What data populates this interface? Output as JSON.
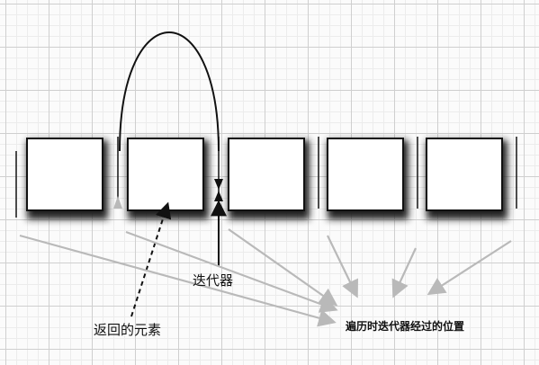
{
  "labels": {
    "iterator": "迭代器",
    "returned_element": "返回的元素",
    "traversal_positions": "遍历时迭代器经过的位置"
  },
  "elements": [
    {
      "id": "element-1"
    },
    {
      "id": "element-2"
    },
    {
      "id": "element-3"
    },
    {
      "id": "element-4"
    },
    {
      "id": "element-5"
    }
  ],
  "colors": {
    "box_fill": "#ffffff",
    "box_outline": "#111111",
    "shadow": "#222222",
    "pointer_arrows": "#b9b9b9",
    "text": "#111111"
  }
}
